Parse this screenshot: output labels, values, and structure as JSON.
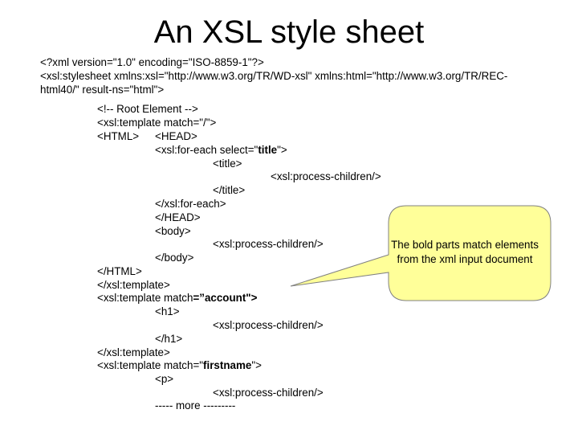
{
  "title": "An XSL style sheet",
  "code": {
    "l1": "<?xml version=\"1.0\" encoding=\"ISO-8859-1\"?>",
    "l2": "<xsl:stylesheet xmlns:xsl=\"http://www.w3.org/TR/WD-xsl\" xmlns:html=\"http://www.w3.org/TR/REC-",
    "l3": "html40/\" result-ns=\"html\">",
    "l4": "<!-- Root Element -->",
    "l5": "<xsl:template match=\"/\">",
    "l6a": "<HTML>",
    "l6b": "<HEAD>",
    "l7a": "<xsl:for-each select=\"",
    "l7b": "title",
    "l7c": "\">",
    "l8": "<title>",
    "l9": "<xsl:process-children/>",
    "l10": "</title>",
    "l11": "</xsl:for-each>",
    "l12": "</HEAD>",
    "l13": "<body>",
    "l14": "<xsl:process-children/>",
    "l15": "</body>",
    "l16": "</HTML>",
    "l17": "</xsl:template>",
    "l18a": "<xsl:template match",
    "l18b": "=”account\">",
    "l19": "<h1>",
    "l20": "<xsl:process-children/>",
    "l21": "</h1>",
    "l22": "</xsl:template>",
    "l23a": "<xsl:template match=\"",
    "l23b": "firstname",
    "l23c": "\">",
    "l24": "<p>",
    "l25": "<xsl:process-children/>",
    "l26": "----- more ---------"
  },
  "callout": {
    "line1": "The bold parts match elements",
    "line2": "from the xml input document",
    "fill": "#ffff99",
    "stroke": "#808080"
  }
}
